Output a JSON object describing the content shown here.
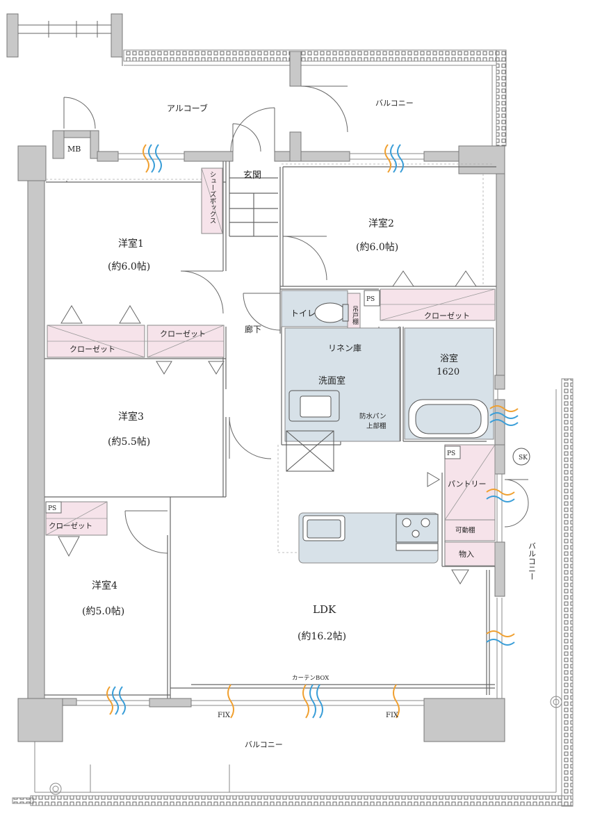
{
  "rooms": {
    "alcove": "アルコーブ",
    "balcony_top": "バルコニー",
    "mb": "MB",
    "entrance": "玄関",
    "shoe_box": "シューズボックス",
    "room1": {
      "name": "洋室1",
      "size": "(約6.0帖)"
    },
    "room2": {
      "name": "洋室2",
      "size": "(約6.0帖)"
    },
    "room3": {
      "name": "洋室3",
      "size": "(約5.5帖)"
    },
    "room4": {
      "name": "洋室4",
      "size": "(約5.0帖)"
    },
    "ldk": {
      "name": "LDK",
      "size": "(約16.2帖)"
    },
    "toilet": "トイレ",
    "toilet_cabinet": "吊戸棚",
    "corridor": "廊下",
    "linen": "リネン庫",
    "washroom": "洗面室",
    "bath": {
      "name": "浴室",
      "size": "1620"
    },
    "pan_cabinet": {
      "line1": "防水パン",
      "line2": "上部棚"
    },
    "pantry": "パントリー",
    "movable_shelf": "可動棚",
    "storage": "物入",
    "sk": "SK",
    "closet": "クローゼット",
    "ps": "PS",
    "curtain_box": "カーテンBOX",
    "fix": "FIX",
    "balcony_side": "バルコニー",
    "balcony_bottom": "バルコニー"
  },
  "colors": {
    "wall": "#c8c8c8",
    "closet_fill": "#f6e3ea",
    "wet_fill": "#d7e1e8",
    "airflow_orange": "#f0a030",
    "airflow_blue": "#3a9ed8"
  }
}
